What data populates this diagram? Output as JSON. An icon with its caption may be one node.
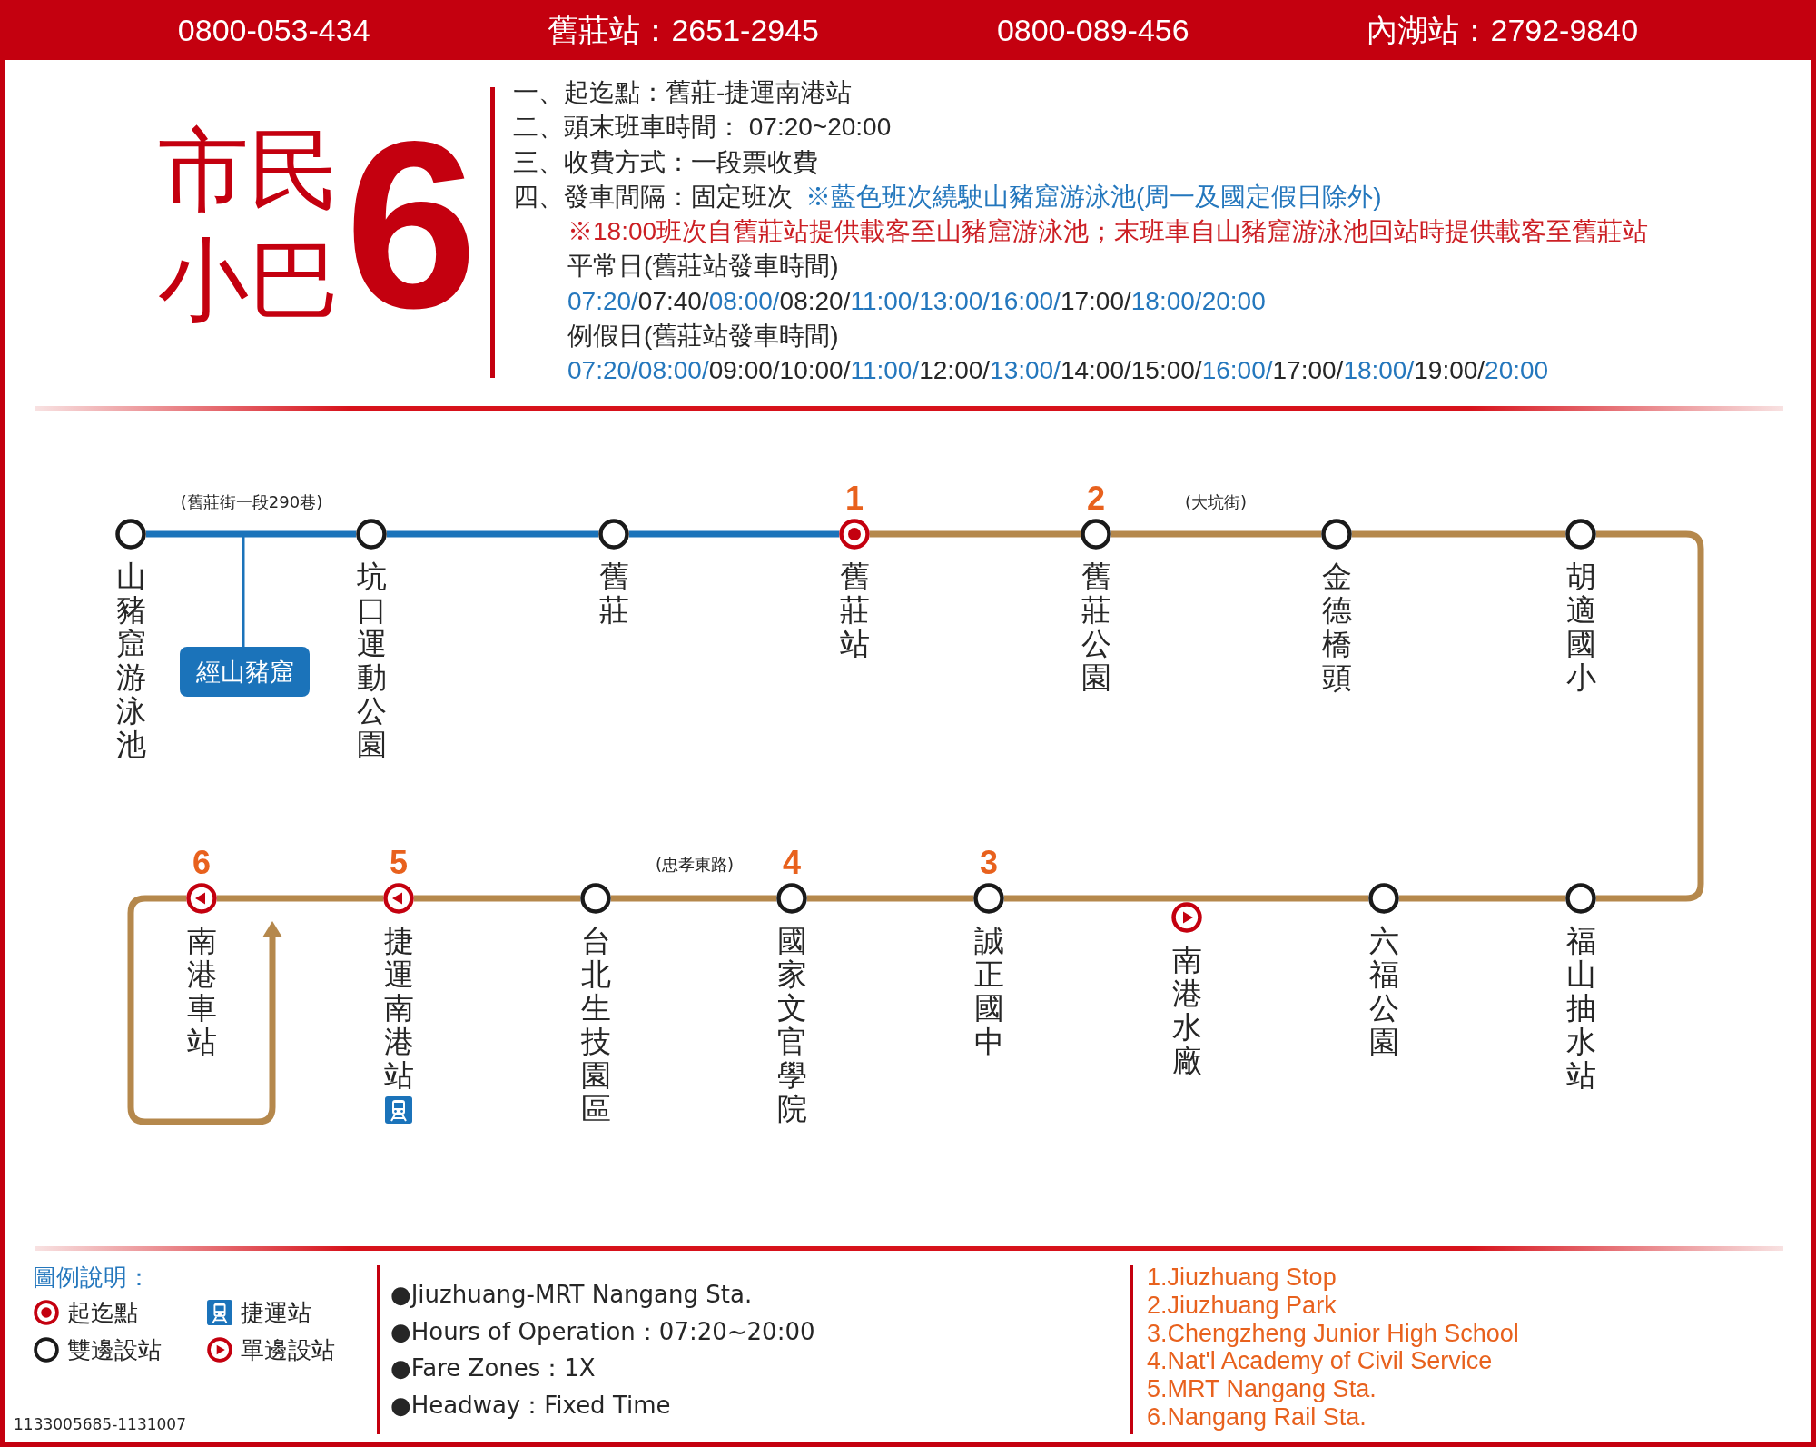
{
  "diagram": {
    "title": "市民小巴",
    "nodes": [
      {
        "text": [
          "山豬窟游泳池"
        ]
      },
      {
        "text": [
          "坑口運動公園"
        ]
      },
      {
        "text": [
          "舊莊"
        ]
      },
      {
        "text": [
          "舊莊站"
        ],
        "beside": [
          "1"
        ]
      },
      {
        "text": [
          "舊莊公園"
        ],
        "beside": [
          "2"
        ]
      },
      {
        "text": [
          "金德橋頭"
        ]
      },
      {
        "text": [
          "胡適國小"
        ]
      },
      {
        "text": [
          "經山豬窟"
        ]
      },
      {
        "text": [
          "南港車站"
        ],
        "beside": [
          "6"
        ]
      },
      {
        "text": [
          "捷運南港站"
        ],
        "beside": [
          "5"
        ]
      },
      {
        "text": [
          "台北生技園區"
        ]
      },
      {
        "text": [
          "國家文官學院"
        ],
        "beside": [
          "4"
        ]
      },
      {
        "text": [
          "誠正國中"
        ],
        "beside": [
          "3"
        ]
      },
      {
        "text": [
          "南港水廠"
        ]
      },
      {
        "text": [
          "六福公園"
        ]
      },
      {
        "text": [
          "福山抽水站"
        ]
      }
    ],
    "edges": [
      {
        "from": 0,
        "to": 1,
        "arrow": "none",
        "color": "#1b73ba"
      },
      {
        "from": 1,
        "to": 2,
        "arrow": "none",
        "color": "#1b73ba"
      },
      {
        "from": 2,
        "to": 3,
        "arrow": "none",
        "color": "#1b73ba"
      },
      {
        "from": 3,
        "to": 4,
        "arrow": "none"
      },
      {
        "from": 4,
        "to": 5,
        "arrow": "none"
      },
      {
        "from": 5,
        "to": 6,
        "arrow": "none"
      },
      {
        "from": 6,
        "to": 15,
        "arrow": "none"
      },
      {
        "from": 15,
        "to": 14,
        "arrow": "none"
      },
      {
        "from": 14,
        "to": 13,
        "arrow": "none"
      },
      {
        "from": 13,
        "to": 12,
        "arrow": "none"
      },
      {
        "from": 12,
        "to": 11,
        "arrow": "none"
      },
      {
        "from": 11,
        "to": 10,
        "arrow": "none"
      },
      {
        "from": 10,
        "to": 9,
        "arrow": "none"
      },
      {
        "from": 9,
        "to": 8,
        "arrow": "none"
      },
      {
        "from": 8,
        "to": null,
        "arrow": "to"
      },
      {
        "from": null,
        "to": 7,
        "arrow": "none",
        "color": "#1b73ba"
      }
    ],
    "labels": [
      "0800-053-434",
      "舊莊站：2651-2945",
      "0800-089-456",
      "內湖站：2792-9840",
      "6",
      "一、起迄點：舊莊-捷運南港站",
      "二、頭末班車時間： 07:20~20:00",
      "三、收費方式：一段票收費",
      "四、發車間隔：固定班次",
      "※藍色班次繞駛山豬窟游泳池(周一及國定假日除外)",
      "※18:00班次自舊莊站提供載客至山豬窟游泳池；末班車自山豬窟游泳池回站時提供載客至舊莊站",
      "平常日(舊莊站發車時間)",
      "07:20/",
      "07:40/",
      "08:00/",
      "08:20/",
      "11:00/",
      "13:00/",
      "16:00/",
      "17:00/",
      "18:00/",
      "20:00",
      "例假日(舊莊站發車時間)",
      "07:20/",
      "08:00/",
      "09:00/",
      "10:00/",
      "11:00/",
      "12:00/",
      "13:00/",
      "14:00/",
      "15:00/",
      "16:00/",
      "17:00/",
      "18:00/",
      "19:00/",
      "20:00",
      "(舊莊街一段290巷)",
      "(大坑街)",
      "(忠孝東路)",
      "圖例說明：",
      "●Jiuzhuang-MRT Nangang Sta.",
      "●Hours of Operation：07:20~20:00",
      "●Fare Zones：1X",
      "●Headway：Fixed Time",
      "1.Jiuzhuang Stop",
      "2.Jiuzhuang Park",
      "3.Chengzheng Junior High School",
      "4.Nat'l Academy of Civil Service",
      "5.MRT Nangang Sta.",
      "6.Nangang Rail Sta.",
      "1133005685-1131007"
    ],
    "legend": [
      {
        "text": "起迄點"
      },
      {
        "text": "捷運站"
      },
      {
        "text": "雙邊設站"
      },
      {
        "text": "單邊設站"
      }
    ]
  }
}
